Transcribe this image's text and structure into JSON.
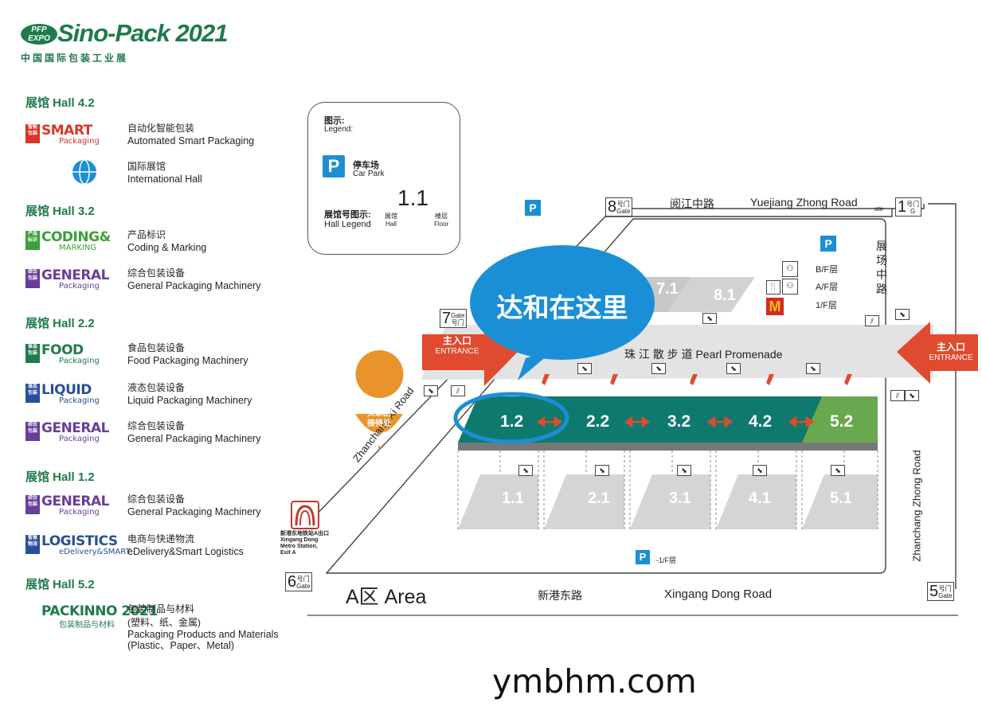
{
  "logo": {
    "badge": "PFP\nEXPO",
    "name": "Sino-Pack 2021",
    "subtitle": "中国国际包装工业展"
  },
  "hall_groups": [
    {
      "title": "展馆  Hall 4.2",
      "items": [
        {
          "icon_badge": "智能\n包装",
          "icon_word": "SMART",
          "icon_sub": "Packaging",
          "color": "#d9352b",
          "zh": "自动化智能包装",
          "en": "Automated Smart Packaging"
        },
        {
          "icon_badge": "",
          "icon_word": "globe",
          "icon_sub": "",
          "color": "#1b8fd6",
          "zh": "国际展馆",
          "en": "International Hall"
        }
      ]
    },
    {
      "title": "展馆  Hall 3.2",
      "items": [
        {
          "icon_badge": "产品\n标识",
          "icon_word": "CODING&",
          "icon_sub": "MARKING",
          "color": "#3aa13a",
          "zh": "产品标识",
          "en": "Coding & Marking"
        },
        {
          "icon_badge": "综合\n包装",
          "icon_word": "GENERAL",
          "icon_sub": "Packaging",
          "color": "#6a3d9a",
          "zh": "综合包装设备",
          "en": "General Packaging Machinery"
        }
      ]
    },
    {
      "title": "展馆  Hall 2.2",
      "items": [
        {
          "icon_badge": "食品\n包装",
          "icon_word": "FOOD",
          "icon_sub": "Packaging",
          "color": "#1f7a4c",
          "zh": "食品包装设备",
          "en": "Food Packaging Machinery"
        },
        {
          "icon_badge": "液态\n包装",
          "icon_word": "LIQUID",
          "icon_sub": "Packaging",
          "color": "#2a4f9a",
          "zh": "液态包装设备",
          "en": "Liquid Packaging Machinery"
        },
        {
          "icon_badge": "综合\n包装",
          "icon_word": "GENERAL",
          "icon_sub": "Packaging",
          "color": "#6a3d9a",
          "zh": "综合包装设备",
          "en": "General Packaging Machinery"
        }
      ]
    },
    {
      "title": "展馆  Hall 1.2",
      "items": [
        {
          "icon_badge": "综合\n包装",
          "icon_word": "GENERAL",
          "icon_sub": "Packaging",
          "color": "#6a3d9a",
          "zh": "综合包装设备",
          "en": "General Packaging Machinery"
        },
        {
          "icon_badge": "智慧\n物流",
          "icon_word": "LOGISTICS",
          "icon_sub": "eDelivery&SMART",
          "color": "#2a4f9a",
          "zh": "电商与快递物流",
          "en": "eDelivery&Smart Logistics"
        }
      ]
    },
    {
      "title": "展馆  Hall 5.2",
      "items": [
        {
          "icon_badge": "",
          "icon_word": "PACKINNO 2021",
          "icon_sub": "包装制品与材料",
          "color": "#1f7a4c",
          "zh": "包装制品与材料\n(塑料、纸、金属)",
          "en": "Packaging Products and Materials\n(Plastic、Paper、Metal)"
        }
      ]
    }
  ],
  "legend": {
    "title_zh": "图示:",
    "title_en": "Legend:",
    "p_symbol": "P",
    "parking_zh": "停车场",
    "parking_en": "Car Park",
    "hall_legend_zh": "展馆号图示:",
    "hall_legend_en": "Hall Legend",
    "sample_number": "1.1",
    "hall_zh": "展馆",
    "hall_en": "Hall",
    "floor_zh": "楼层",
    "floor_en": "Floor"
  },
  "map": {
    "gates": [
      {
        "num": "8",
        "zh": "号门",
        "en": "Gate"
      },
      {
        "num": "1",
        "zh": "号门",
        "en": "G"
      },
      {
        "num": "7",
        "zh": "Gate",
        "en": "号门"
      },
      {
        "num": "6",
        "zh": "号门",
        "en": "Gate"
      },
      {
        "num": "5",
        "zh": "号门",
        "en": "Gate"
      }
    ],
    "gate_fragment": "ate",
    "road_top_zh": "阅江中路",
    "road_top_en": "Yuejiang Zhong Road",
    "road_right_zh": "展\n场\n中\n路",
    "road_right_en": "Zhanchang Zhong Road",
    "road_left_en": "Zhanchang Xi Road",
    "road_bottom_zh": "新港东路",
    "road_bottom_en": "Xingang Dong Road",
    "promenade": "珠 江 散 步 道 Pearl Promenade",
    "entrance_zh": "主入口",
    "entrance_en": "ENTRANCE",
    "callout": "达和在这里",
    "assoc": "协会/企业\n买家团\n接待处",
    "metro": "新港东地铁站A出口\nXingang Dong\nMetro Station,\nExit A",
    "area": "A区 Area",
    "floors": [
      "B/F层",
      "A/F层",
      "1/F层"
    ],
    "basement": "-1/F层",
    "upper_halls": [
      "1.2",
      "2.2",
      "3.2",
      "4.2",
      "5.2"
    ],
    "lower_halls": [
      "1.1",
      "2.1",
      "3.1",
      "4.1",
      "5.1"
    ],
    "top_halls": [
      "7.1",
      "8.1"
    ],
    "colors": {
      "teal": "#0e7a6e",
      "green": "#6aa84f",
      "blue": "#1b8fd6",
      "red": "#e04a2f",
      "orange": "#e8942b"
    }
  },
  "watermark": "ymbhm.com"
}
